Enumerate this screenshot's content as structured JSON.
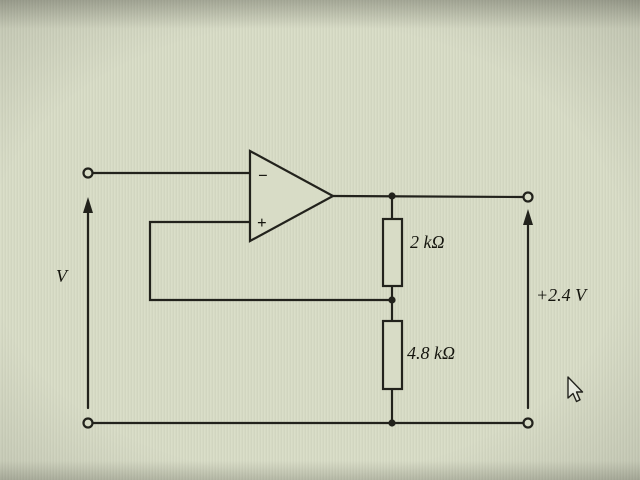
{
  "colors": {
    "background": "#d8dcc6",
    "line": "#22221c",
    "label": "#15150e"
  },
  "circuit": {
    "type": "op-amp voltage divider feedback circuit",
    "source_label": "V",
    "output_label": "+2.4 V",
    "resistor1_label": "2 kΩ",
    "resistor2_label": "4.8 kΩ",
    "opamp": {
      "inverting_input": "−",
      "noninverting_input": "+"
    }
  }
}
